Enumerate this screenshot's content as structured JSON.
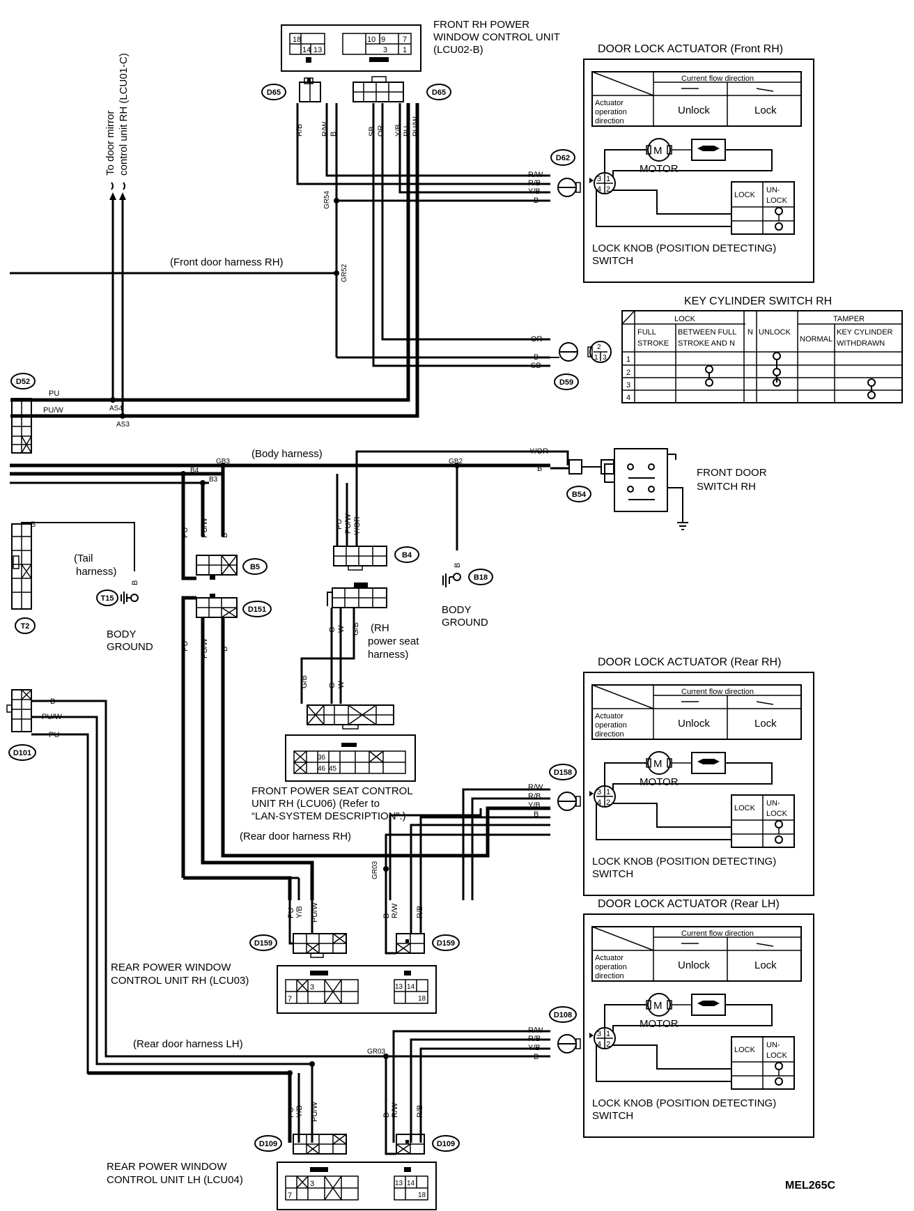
{
  "front_rh_pw_unit": {
    "l1": "FRONT RH POWER",
    "l2": "WINDOW CONTROL UNIT",
    "l3": "(LCU02-B)",
    "pins": [
      "18",
      "14",
      "13",
      "10",
      "9",
      "7",
      "3",
      "1"
    ]
  },
  "mirror_note": {
    "l1": "To door mirror",
    "l2": "control unit RH  (LCU01-C)"
  },
  "connectors": {
    "d65": "D65",
    "d62": "D62",
    "d59": "D59",
    "d52": "D52",
    "b54": "B54",
    "b5": "B5",
    "b4": "B4",
    "d151": "D151",
    "b18": "B18",
    "t15": "T15",
    "t2": "T2",
    "d101": "D101",
    "d158": "D158",
    "d159": "D159",
    "d108": "D108",
    "d109": "D109"
  },
  "splices": {
    "gr54": "GR54",
    "gr52": "GR52",
    "as4": "AS4",
    "as3": "AS3",
    "gb3": "GB3",
    "gb2": "GB2",
    "b4s": "B4",
    "b3s": "B3",
    "gr03": "GR03",
    "gr03b": "GR03"
  },
  "wires": {
    "rb": "R/B",
    "rw": "R/W",
    "b": "B",
    "sb": "SB",
    "or": "OR",
    "yb": "Y/B",
    "pu": "PU",
    "puw": "PU/W",
    "yor": "Y/OR",
    "g": "G",
    "w": "W",
    "gb": "G/B"
  },
  "harness": {
    "front_door_rh": "(Front door harness RH)",
    "body": "(Body harness)",
    "tail_1": "(Tail",
    "tail_2": "harness)",
    "rh_seat_1": "(RH",
    "rh_seat_2": "power seat",
    "rh_seat_3": "harness)",
    "rear_door_rh": "(Rear door harness RH)",
    "rear_door_lh": "(Rear door harness LH)"
  },
  "actuator": {
    "title_front_rh": "DOOR LOCK ACTUATOR (Front RH)",
    "title_rear_rh": "DOOR LOCK ACTUATOR (Rear RH)",
    "title_rear_lh": "DOOR LOCK ACTUATOR (Rear LH)",
    "current_flow": "Current flow direction",
    "op_1": "Actuator",
    "op_2": "operation",
    "op_3": "direction",
    "unlock": "Unlock",
    "lock": "Lock",
    "motor": "MOTOR",
    "lock_col": "LOCK",
    "unlock_col_1": "UN-",
    "unlock_col_2": "LOCK",
    "knob_1": "LOCK KNOB (POSITION DETECTING)",
    "knob_2": "SWITCH",
    "pins": [
      "3",
      "1",
      "4",
      "2"
    ]
  },
  "key_cyl": {
    "title": "KEY CYLINDER SWITCH RH",
    "lock": "LOCK",
    "tamper": "TAMPER",
    "n": "N",
    "unlock": "UNLOCK",
    "full_1": "FULL",
    "full_2": "STROKE",
    "between_1": "BETWEEN FULL",
    "between_2": "STROKE AND N",
    "normal": "NORMAL",
    "withdrawn_1": "KEY CYLINDER",
    "withdrawn_2": "WITHDRAWN",
    "rows": [
      "1",
      "2",
      "3",
      "4"
    ],
    "pins": [
      "2",
      "1",
      "3"
    ]
  },
  "door_switch": {
    "l1": "FRONT DOOR",
    "l2": "SWITCH RH"
  },
  "ground": {
    "l1": "BODY",
    "l2": "GROUND"
  },
  "seat_unit": {
    "l1": "FRONT  POWER SEAT CONTROL",
    "l2": "UNIT RH (LCU06) (Refer to",
    "l3": "“LAN-SYSTEM DESCRIPTION”.)",
    "pins": [
      "36",
      "46",
      "45"
    ]
  },
  "rear_rh_unit": {
    "l1": "REAR  POWER  WINDOW",
    "l2": "CONTROL UNIT RH (LCU03)"
  },
  "rear_lh_unit": {
    "l1": "REAR  POWER  WINDOW",
    "l2": "CONTROL UNIT LH (LCU04)"
  },
  "rear_pins": [
    "7",
    "3",
    "13",
    "14",
    "18"
  ],
  "code": "MEL265C"
}
